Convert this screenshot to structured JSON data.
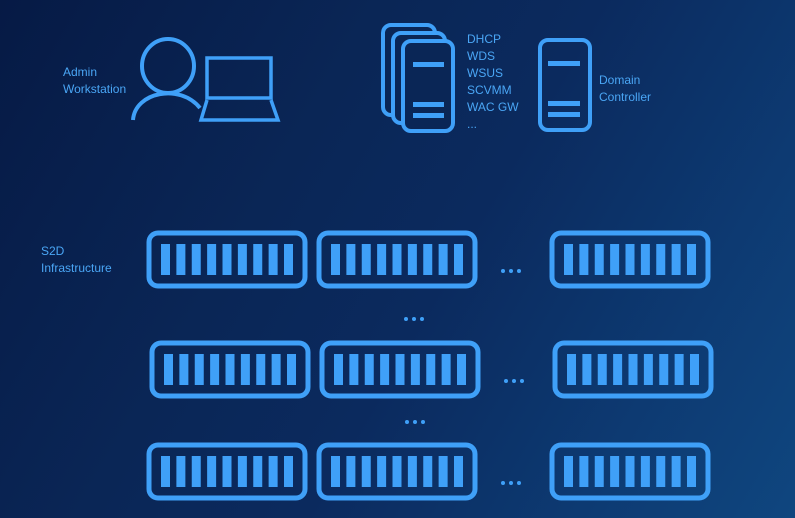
{
  "colors": {
    "accent": "#3fa0f8",
    "background_start": "#061a45",
    "background_end": "#0f467f",
    "label": "#4aa6f5"
  },
  "admin": {
    "line1": "Admin",
    "line2": "Workstation",
    "icons": [
      "person-icon",
      "laptop-icon"
    ]
  },
  "services": {
    "items": [
      "DHCP",
      "WDS",
      "WSUS",
      "SCVMM",
      "WAC GW",
      "..."
    ],
    "icon": "server-stack-icon"
  },
  "domain_controller": {
    "line1": "Domain",
    "line2": "Controller",
    "icon": "server-tower-icon"
  },
  "s2d": {
    "line1": "S2D",
    "line2": "Infrastructure",
    "rows": 3,
    "visible_nodes_per_row": 3,
    "drive_bays_per_node": 9,
    "row_ellipsis": "...",
    "column_ellipsis": "..."
  }
}
